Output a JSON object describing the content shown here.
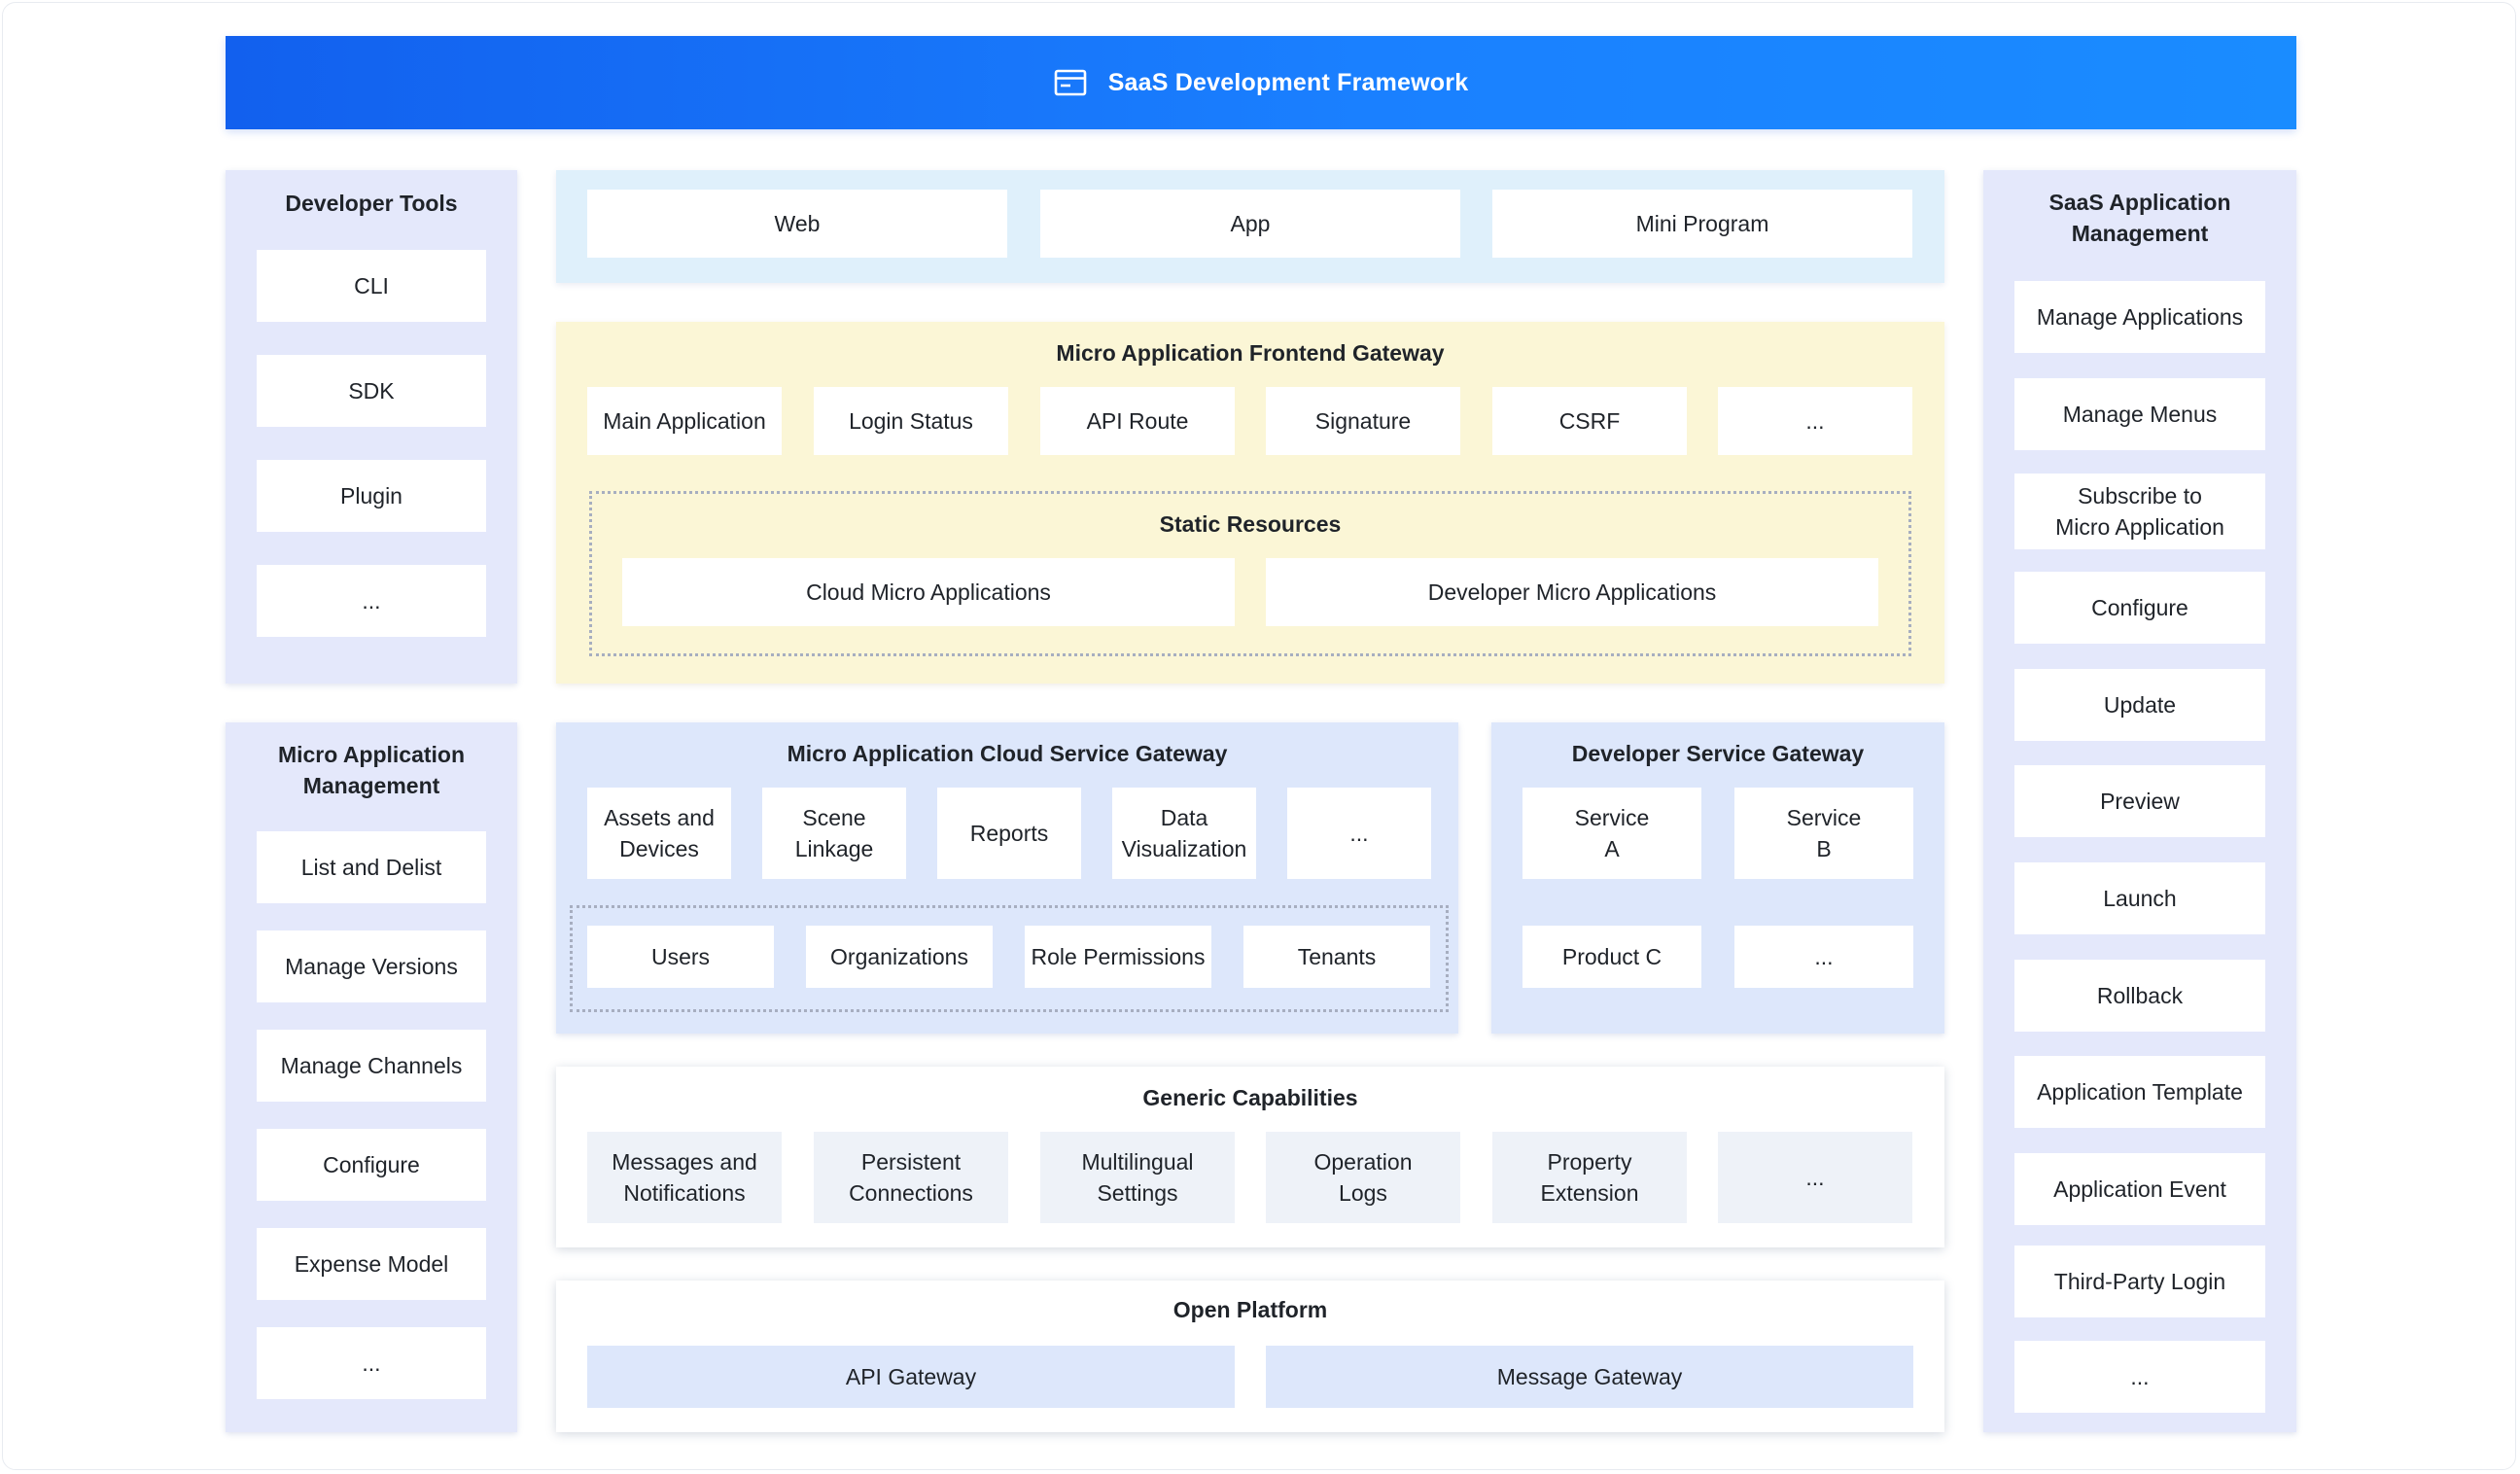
{
  "banner": {
    "title": "SaaS Development Framework",
    "icon": "window-icon"
  },
  "developer_tools": {
    "title": "Developer Tools",
    "items": [
      "CLI",
      "SDK",
      "Plugin",
      "..."
    ]
  },
  "micro_app_management": {
    "title": "Micro Application\nManagement",
    "items": [
      "List and Delist",
      "Manage Versions",
      "Manage Channels",
      "Configure",
      "Expense Model",
      "..."
    ]
  },
  "clients": {
    "items": [
      "Web",
      "App",
      "Mini Program"
    ]
  },
  "frontend_gateway": {
    "title": "Micro Application Frontend Gateway",
    "items": [
      "Main Application",
      "Login Status",
      "API Route",
      "Signature",
      "CSRF",
      "..."
    ],
    "static_resources": {
      "title": "Static Resources",
      "items": [
        "Cloud Micro Applications",
        "Developer Micro Applications"
      ]
    }
  },
  "cloud_service_gateway": {
    "title": "Micro Application Cloud Service Gateway",
    "items": [
      "Assets and\nDevices",
      "Scene\nLinkage",
      "Reports",
      "Data\nVisualization",
      "..."
    ],
    "account_items": [
      "Users",
      "Organizations",
      "Role Permissions",
      "Tenants"
    ]
  },
  "developer_service_gateway": {
    "title": "Developer Service Gateway",
    "items": [
      "Service\nA",
      "Service\nB",
      "Product C",
      "..."
    ]
  },
  "generic_capabilities": {
    "title": "Generic Capabilities",
    "items": [
      "Messages and\nNotifications",
      "Persistent\nConnections",
      "Multilingual\nSettings",
      "Operation\nLogs",
      "Property\nExtension",
      "..."
    ]
  },
  "open_platform": {
    "title": "Open Platform",
    "items": [
      "API Gateway",
      "Message Gateway"
    ]
  },
  "saas_app_management": {
    "title": "SaaS Application\nManagement",
    "items": [
      "Manage Applications",
      "Manage Menus",
      "Subscribe to\nMicro Application",
      "Configure",
      "Update",
      "Preview",
      "Launch",
      "Rollback",
      "Application Template",
      "Application Event",
      "Third-Party Login",
      "..."
    ]
  }
}
